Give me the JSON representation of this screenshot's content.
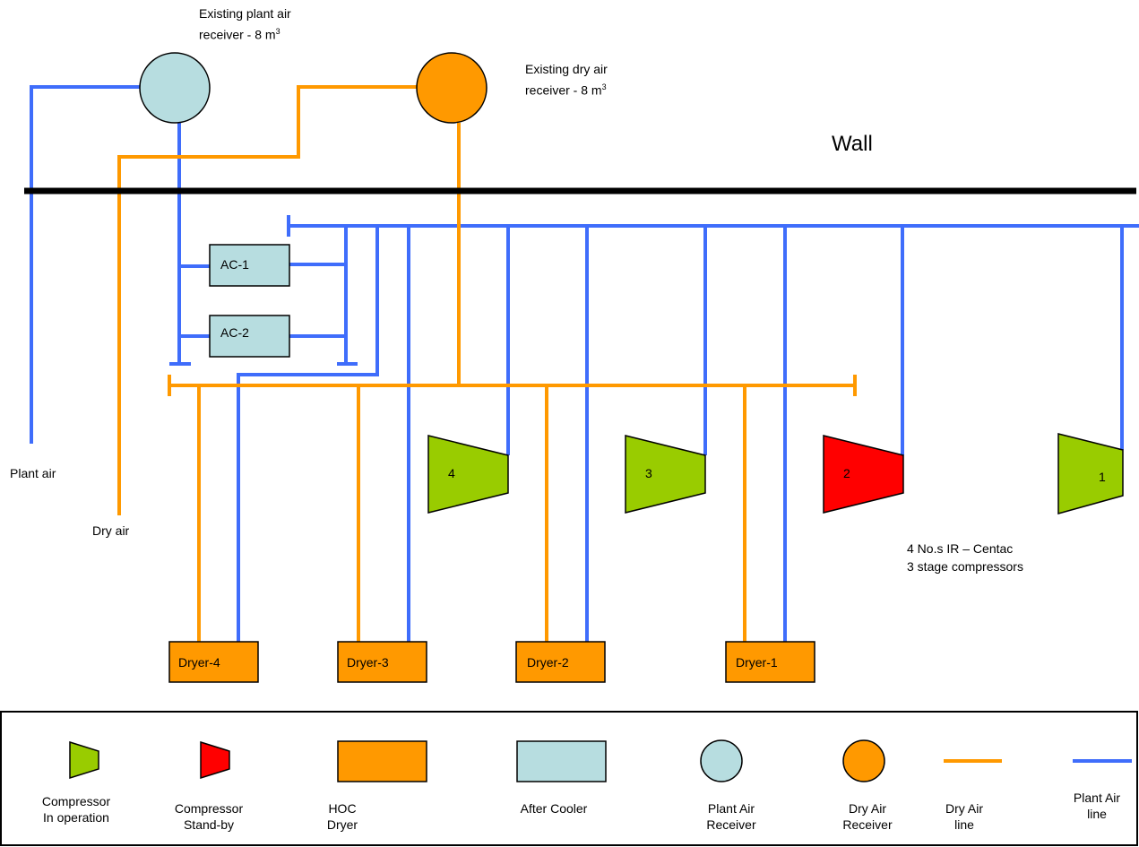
{
  "colors": {
    "plant_air": "#3f6dfb",
    "dry_air": "#ff9900",
    "compressor_running": "#99cc00",
    "compressor_standby": "#ff0000",
    "dryer_fill": "#ff9900",
    "after_cooler_fill": "#b7dde0",
    "wall": "#000000"
  },
  "receivers": {
    "plant": {
      "label_line1": "Existing plant air",
      "label_line2": "receiver - 8 m",
      "sup": "3"
    },
    "dry": {
      "label_line1": "Existing dry air",
      "label_line2": "receiver - 8 m",
      "sup": "3"
    }
  },
  "wall_label": "Wall",
  "after_coolers": [
    "AC-1",
    "AC-2"
  ],
  "compressors": [
    {
      "label": "4",
      "status": "in operation"
    },
    {
      "label": "3",
      "status": "in operation"
    },
    {
      "label": "2",
      "status": "stand-by"
    },
    {
      "label": "1",
      "status": "in operation"
    }
  ],
  "dryers": [
    "Dryer-4",
    "Dryer-3",
    "Dryer-2",
    "Dryer-1"
  ],
  "outlets": {
    "plant_air": "Plant air",
    "dry_air": "Dry air"
  },
  "note": {
    "line1": "4 No.s IR – Centac",
    "line2": "3 stage compressors"
  },
  "legend": [
    {
      "symbol": "compressor-running",
      "line1": "Compressor",
      "line2": "In operation"
    },
    {
      "symbol": "compressor-standby",
      "line1": "Compressor",
      "line2": "Stand-by"
    },
    {
      "symbol": "hoc-dryer",
      "line1": "HOC",
      "line2": "Dryer"
    },
    {
      "symbol": "after-cooler",
      "line1": "After Cooler",
      "line2": ""
    },
    {
      "symbol": "plant-air-receiver",
      "line1": "Plant Air",
      "line2": "Receiver"
    },
    {
      "symbol": "dry-air-receiver",
      "line1": "Dry Air",
      "line2": "Receiver"
    },
    {
      "symbol": "dry-air-line",
      "line1": "Dry Air",
      "line2": "line"
    },
    {
      "symbol": "plant-air-line",
      "line1": "Plant Air",
      "line2": "line"
    }
  ]
}
